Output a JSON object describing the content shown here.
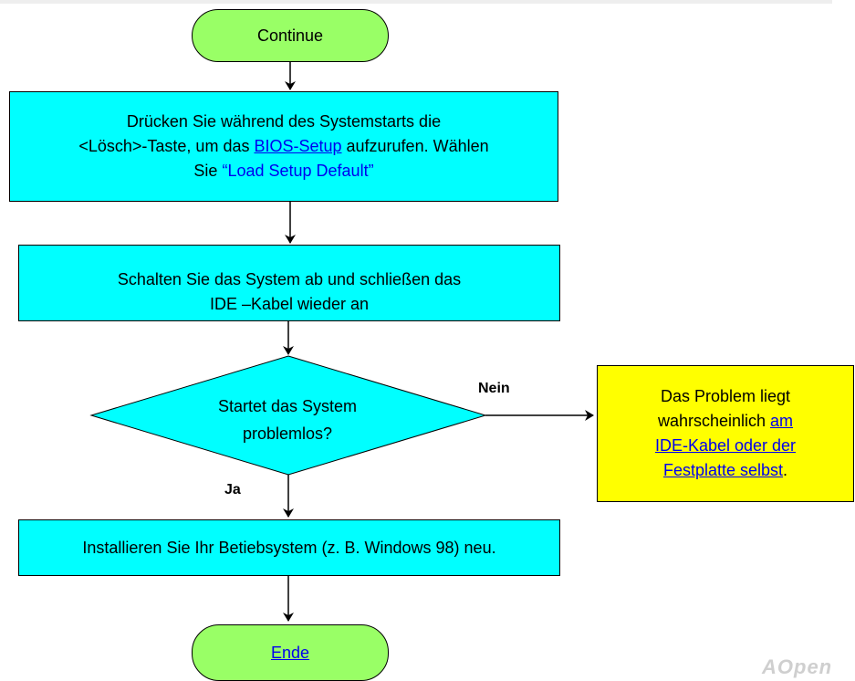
{
  "start": {
    "label": "Continue"
  },
  "step1": {
    "line1": "Drücken Sie während des Systemstarts die",
    "line2_pre": "<Lösch>-Taste, um das ",
    "line2_link": "BIOS-Setup",
    "line2_post": " aufzurufen. Wählen",
    "line3_pre": "Sie ",
    "line3_highlight": "“Load Setup Default”"
  },
  "step2": {
    "line1": "Schalten Sie das System ab und schließen das",
    "line2": "IDE –Kabel wieder an"
  },
  "decision": {
    "line1": "Startet das System",
    "line2": "problemlos?",
    "no_label": "Nein",
    "yes_label": "Ja"
  },
  "problem": {
    "line1": "Das Problem liegt",
    "line2_pre": "wahrscheinlich ",
    "line2_link": "am ",
    "line3_link": "IDE-Kabel oder der ",
    "line4_link": "Festplatte selbst",
    "line4_post": "."
  },
  "step3": {
    "label": "Installieren Sie Ihr Betiebsystem (z. B. Windows 98) neu."
  },
  "end": {
    "label": "Ende"
  },
  "logo": {
    "text": "AOpen"
  },
  "colors": {
    "process_fill": "#00ffff",
    "terminal_fill": "#99ff66",
    "note_fill": "#ffff00",
    "link": "#0000ee"
  }
}
